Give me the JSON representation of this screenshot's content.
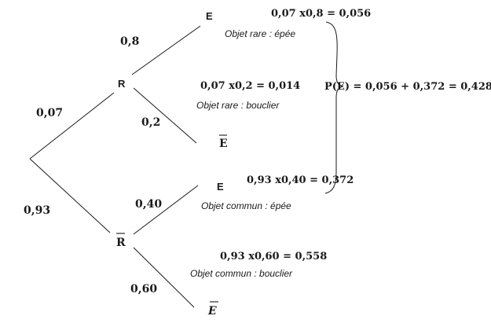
{
  "tree": {
    "root_branches": {
      "prob_R": "0,07",
      "prob_Rbar": "0,93"
    },
    "nodes": {
      "R": "R",
      "Rbar": "R",
      "E_top": "E",
      "Ebar_top": "E",
      "E_bottom": "E",
      "Ebar_bottom": "E"
    },
    "branches": {
      "R_E": "0,8",
      "R_Ebar": "0,2",
      "Rbar_E": "0,40",
      "Rbar_Ebar": "0,60"
    },
    "calculations": {
      "R_E": "0,07 x0,8 = 0,056",
      "R_Ebar": "0,07 x0,2 = 0,014",
      "Rbar_E": "0,93 x0,40 = 0,372",
      "Rbar_Ebar": "0,93 x0,60 = 0,558"
    },
    "notes": {
      "R_E": "Objet rare : épée",
      "R_Ebar": "Objet rare : bouclier",
      "Rbar_E": "Objet commun : épée",
      "Rbar_Ebar": "Objet commun : bouclier"
    },
    "total": "P(E) = 0,056 + 0,372 = 0,428"
  }
}
